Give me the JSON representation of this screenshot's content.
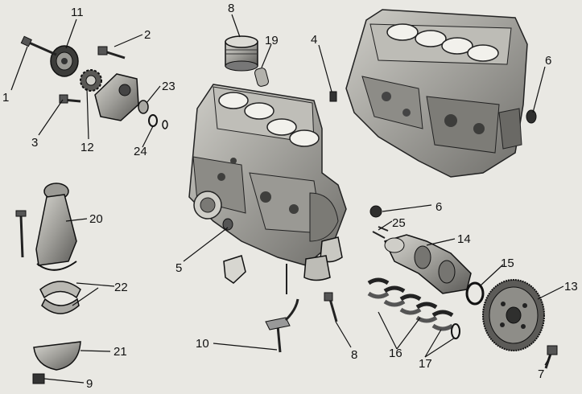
{
  "diagram": {
    "callouts": [
      {
        "id": "c1",
        "label": "1"
      },
      {
        "id": "c2",
        "label": "2"
      },
      {
        "id": "c3",
        "label": "3"
      },
      {
        "id": "c4",
        "label": "4"
      },
      {
        "id": "c5",
        "label": "5"
      },
      {
        "id": "c6a",
        "label": "6"
      },
      {
        "id": "c6b",
        "label": "6"
      },
      {
        "id": "c7",
        "label": "7"
      },
      {
        "id": "c8a",
        "label": "8"
      },
      {
        "id": "c8b",
        "label": "8"
      },
      {
        "id": "c9",
        "label": "9"
      },
      {
        "id": "c10",
        "label": "10"
      },
      {
        "id": "c11",
        "label": "11"
      },
      {
        "id": "c12",
        "label": "12"
      },
      {
        "id": "c13",
        "label": "13"
      },
      {
        "id": "c14",
        "label": "14"
      },
      {
        "id": "c15",
        "label": "15"
      },
      {
        "id": "c16",
        "label": "16"
      },
      {
        "id": "c17",
        "label": "17"
      },
      {
        "id": "c19",
        "label": "19"
      },
      {
        "id": "c20",
        "label": "20"
      },
      {
        "id": "c21",
        "label": "21"
      },
      {
        "id": "c22",
        "label": "22"
      },
      {
        "id": "c23",
        "label": "23"
      },
      {
        "id": "c24",
        "label": "24"
      },
      {
        "id": "c25",
        "label": "25"
      }
    ],
    "colors": {
      "background": "#e9e8e3",
      "ink": "#111111",
      "metal_dark": "#4a4a48",
      "metal_mid": "#8a8a86",
      "metal_light": "#c9c8c2"
    }
  }
}
